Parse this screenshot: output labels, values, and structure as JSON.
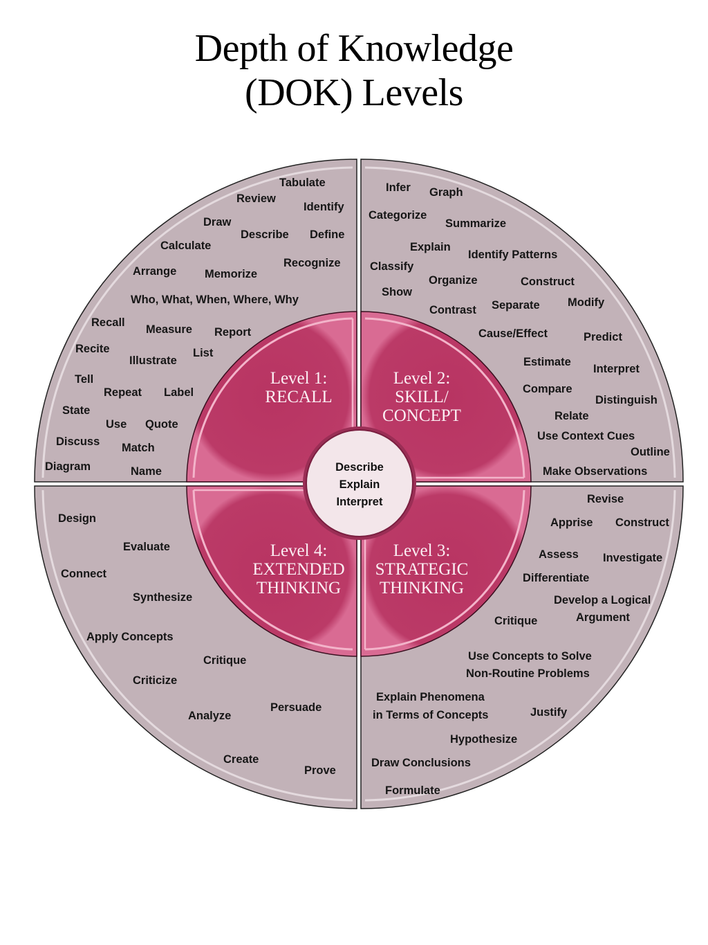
{
  "title": {
    "line1": "Depth of Knowledge",
    "line2": "(DOK) Levels"
  },
  "colors": {
    "outer_ring": "#c2b2b8",
    "inner_ring": "#bb3a67",
    "hub": "#f3e6ea",
    "level_text": "#fbeef3"
  },
  "hub": {
    "lines": [
      "Describe",
      "Explain",
      "Interpret"
    ]
  },
  "levels": [
    {
      "lines": [
        "Level 1:",
        "RECALL"
      ]
    },
    {
      "lines": [
        "Level 2:",
        "SKILL/",
        "CONCEPT"
      ]
    },
    {
      "lines": [
        "Level 3:",
        "STRATEGIC",
        "THINKING"
      ]
    },
    {
      "lines": [
        "Level 4:",
        "EXTENDED",
        "THINKING"
      ]
    }
  ],
  "quadrants": {
    "recall": [
      "Tabulate",
      "Review",
      "Identify",
      "Draw",
      "Describe",
      "Define",
      "Calculate",
      "Recognize",
      "Arrange",
      "Memorize",
      "Who, What, When, Where, Why",
      "Recall",
      "Measure",
      "Report",
      "Recite",
      "List",
      "Illustrate",
      "Tell",
      "Repeat",
      "Label",
      "State",
      "Use",
      "Quote",
      "Discuss",
      "Match",
      "Diagram",
      "Name"
    ],
    "skill_concept": [
      "Infer",
      "Graph",
      "Categorize",
      "Summarize",
      "Explain",
      "Identify Patterns",
      "Classify",
      "Organize",
      "Construct",
      "Show",
      "Modify",
      "Contrast",
      "Separate",
      "Cause/Effect",
      "Predict",
      "Estimate",
      "Interpret",
      "Compare",
      "Distinguish",
      "Relate",
      "Use Context Cues",
      "Outline",
      "Make Observations"
    ],
    "strategic_thinking": [
      "Revise",
      "Apprise",
      "Construct",
      "Assess",
      "Investigate",
      "Differentiate",
      "Develop a Logical",
      "Argument",
      "Critique",
      "Use Concepts to Solve",
      "Non-Routine Problems",
      "Explain Phenomena",
      "in Terms of Concepts",
      "Justify",
      "Hypothesize",
      "Draw Conclusions",
      "Formulate"
    ],
    "extended_thinking": [
      "Design",
      "Evaluate",
      "Connect",
      "Synthesize",
      "Apply Concepts",
      "Critique",
      "Criticize",
      "Analyze",
      "Persuade",
      "Create",
      "Prove"
    ]
  }
}
